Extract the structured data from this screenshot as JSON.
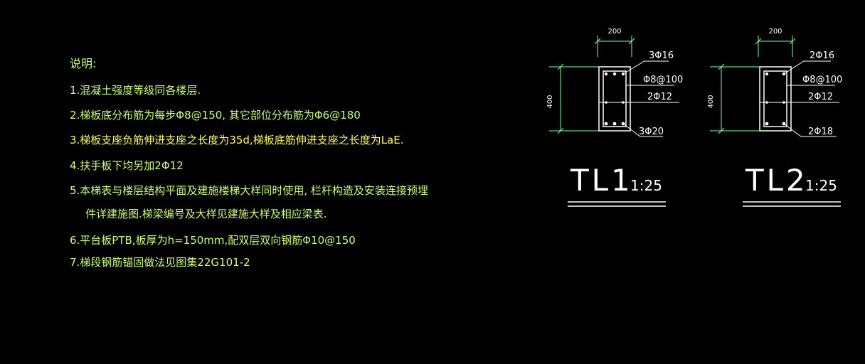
{
  "colors": {
    "background": "#000000",
    "notes_text": "#c8ff7a",
    "highlight_text": "#ffff66",
    "section_lines": "#ffffff",
    "labels": "#ffffff",
    "dimension": "#7fffa0"
  },
  "notes": {
    "heading": "说明:",
    "items": [
      "1.混凝土强度等级同各楼层.",
      "2.梯板底分布筋为每步Φ8@150, 其它部位分布筋为Φ6@180",
      "3.梯板支座负筋伸进支座之长度为35d,梯板底筋伸进支座之长度为LaE.",
      "4.扶手板下均另加2Φ12",
      "5.本梯表与楼层结构平面及建施楼梯大样同时使用, 栏杆构造及安装连接预埋",
      "件详建施图.梯梁编号及大样见建施大样及相应梁表.",
      "6.平台板PTB,板厚为h=150mm,配双层双向钢筋Φ10@150",
      "7.梯段钢筋锚固做法见图集22G101-2"
    ]
  },
  "beams": [
    {
      "width_dim": "200",
      "height_dim": "400",
      "top_bars": "3Φ16",
      "stirrup": "Φ8@100",
      "side_bars": "2Φ12",
      "bottom_bars": "3Φ20",
      "name": "TL1",
      "scale": "1:25"
    },
    {
      "width_dim": "200",
      "height_dim": "400",
      "top_bars": "2Φ16",
      "stirrup": "Φ8@100",
      "side_bars": "2Φ12",
      "bottom_bars": "2Φ18",
      "name": "TL2",
      "scale": "1:25"
    }
  ]
}
